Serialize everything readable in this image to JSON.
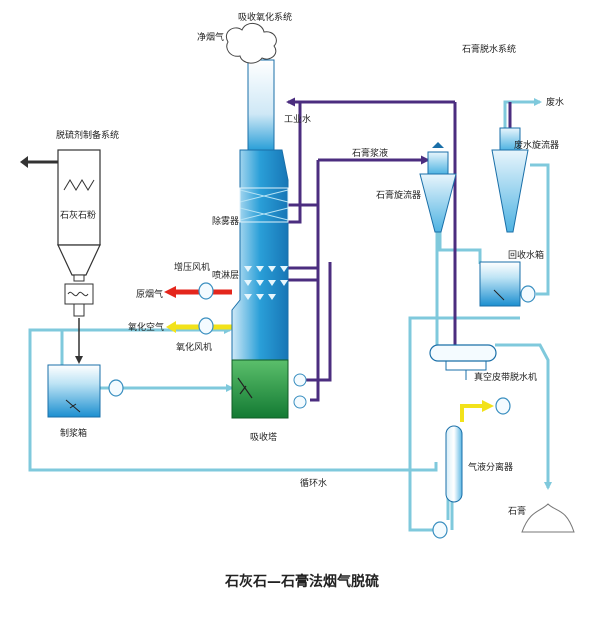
{
  "title": "石灰石—石膏法烟气脱硫",
  "labels": {
    "absorb_oxidation_system": "吸收氧化系统",
    "clean_flue_gas": "净烟气",
    "gypsum_dewatering_system": "石膏脱水系统",
    "waste_water": "废水",
    "industrial_water": "工业水",
    "waste_water_cyclone": "废水旋流器",
    "desulfurizer_prep_system": "脱硫剂制备系统",
    "gypsum_slurry": "石膏浆液",
    "gypsum_cyclone": "石膏旋流器",
    "limestone_bin": "石灰石粉",
    "demister": "除雾器",
    "return_water_tank": "回收水箱",
    "booster_fan": "增压风机",
    "spray_layer": "喷淋层",
    "raw_flue_gas": "原烟气",
    "oxidation_air": "氧化空气",
    "oxidation_fan": "氧化风机",
    "vacuum_belt_filter": "真空皮带脱水机",
    "slurry_tank": "制浆箱",
    "absorber": "吸收塔",
    "gas_liquid_separator": "气液分离器",
    "circulating_water": "循环水",
    "gypsum": "石膏"
  },
  "colors": {
    "water_line": "#7fc9dc",
    "slurry_line": "#4b2d7f",
    "flue_gas": "#e4261c",
    "oxidation_air": "#f2e21a",
    "tower_blue": "#1f9ad6",
    "green_slurry": "#1e8a3c"
  }
}
